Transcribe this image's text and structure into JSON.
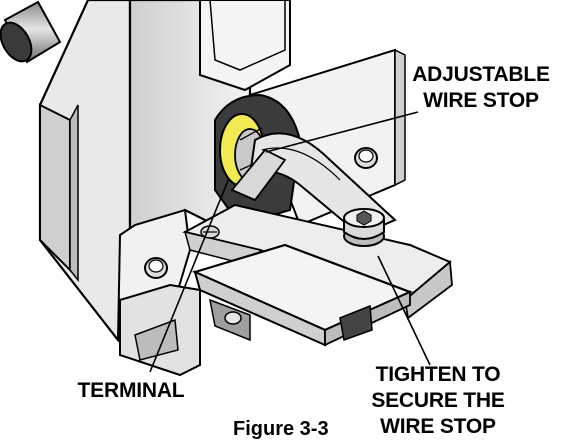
{
  "callouts": {
    "adjustable_wire_stop": [
      "ADJUSTABLE",
      "WIRE STOP"
    ],
    "terminal": "TERMINAL",
    "tighten": [
      "TIGHTEN TO",
      "SECURE THE",
      "WIRE STOP"
    ]
  },
  "caption": "Figure 3-3",
  "colors": {
    "outline": "#000000",
    "body_light": "#f2f2f2",
    "body_mid": "#d4d4d4",
    "body_dark": "#a8a8a8",
    "accent_yellow": "#f2ea52"
  }
}
